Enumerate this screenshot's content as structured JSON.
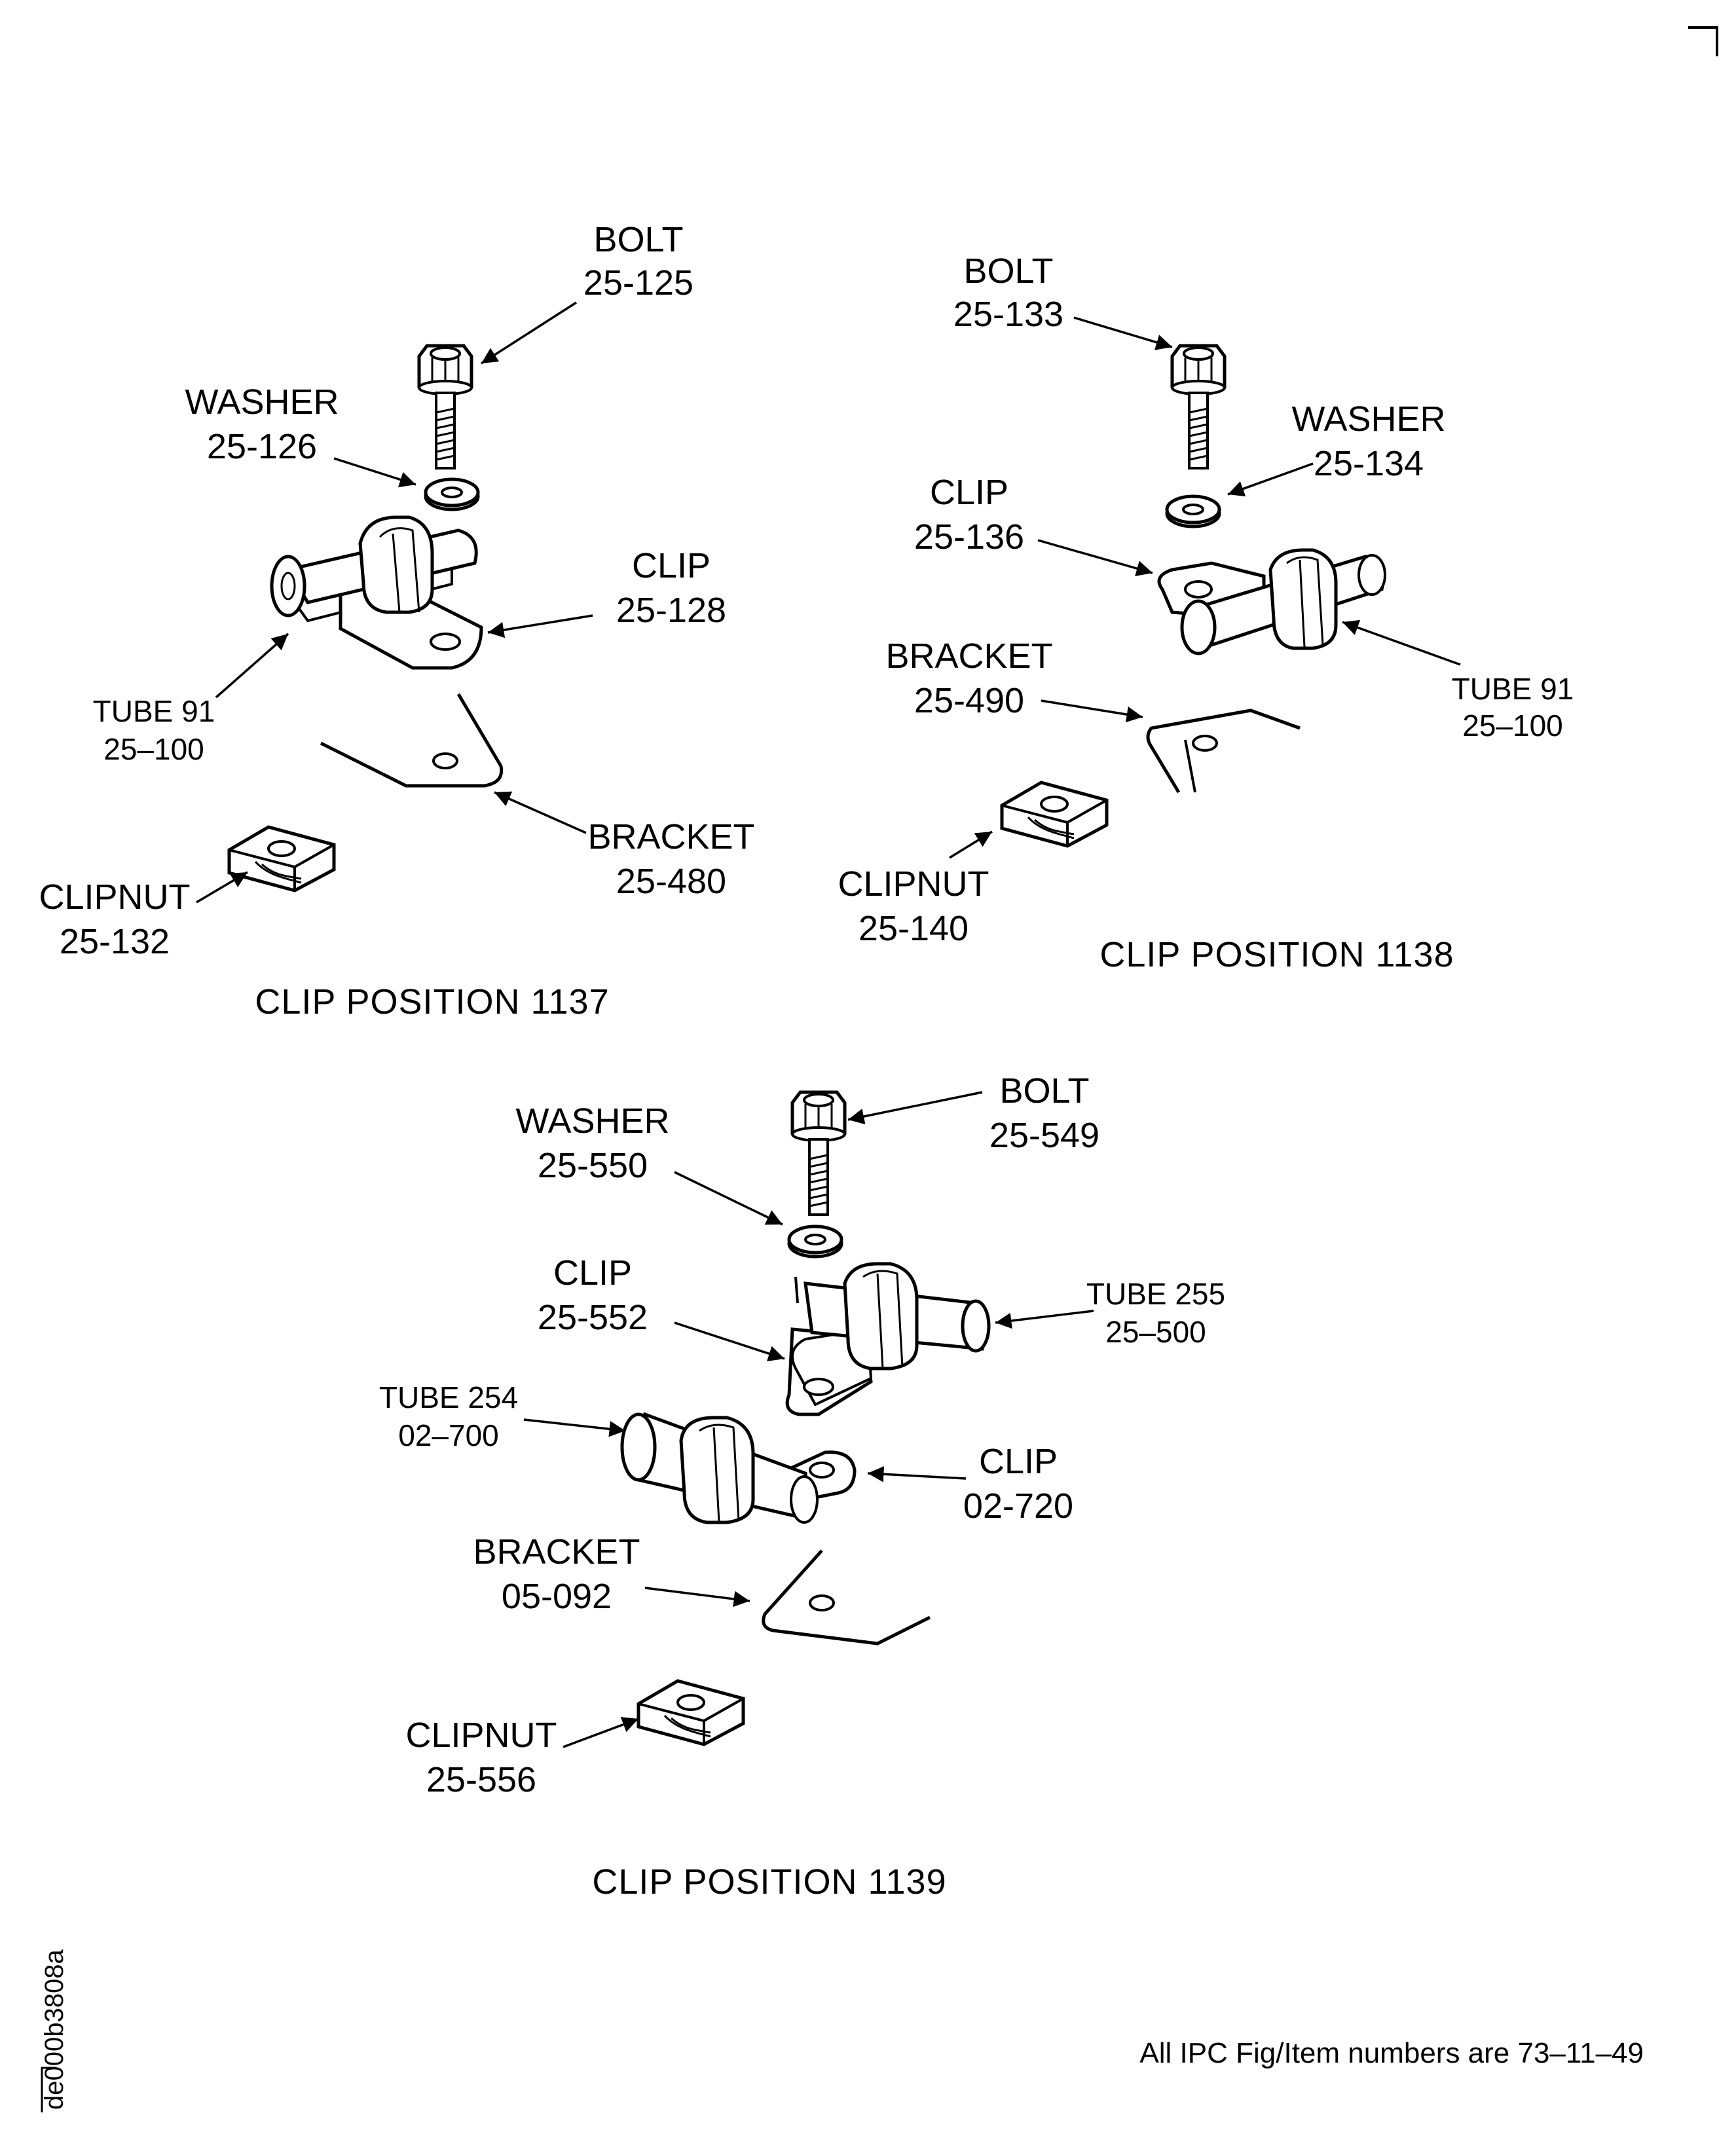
{
  "positions": {
    "p1137": {
      "caption": "CLIP POSITION 1137",
      "bolt": {
        "name": "BOLT",
        "num": "25-125"
      },
      "washer": {
        "name": "WASHER",
        "num": "25-126"
      },
      "clip": {
        "name": "CLIP",
        "num": "25-128"
      },
      "tube": {
        "name": "TUBE 91",
        "num": "25–100"
      },
      "bracket": {
        "name": "BRACKET",
        "num": "25-480"
      },
      "clipnut": {
        "name": "CLIPNUT",
        "num": "25-132"
      }
    },
    "p1138": {
      "caption": "CLIP POSITION 1138",
      "bolt": {
        "name": "BOLT",
        "num": "25-133"
      },
      "washer": {
        "name": "WASHER",
        "num": "25-134"
      },
      "clip": {
        "name": "CLIP",
        "num": "25-136"
      },
      "tube": {
        "name": "TUBE 91",
        "num": "25–100"
      },
      "bracket": {
        "name": "BRACKET",
        "num": "25-490"
      },
      "clipnut": {
        "name": "CLIPNUT",
        "num": "25-140"
      }
    },
    "p1139": {
      "caption": "CLIP POSITION 1139",
      "bolt": {
        "name": "BOLT",
        "num": "25-549"
      },
      "washer": {
        "name": "WASHER",
        "num": "25-550"
      },
      "clip_upper": {
        "name": "CLIP",
        "num": "25-552"
      },
      "tube_upper": {
        "name": "TUBE 255",
        "num": "25–500"
      },
      "tube_lower": {
        "name": "TUBE 254",
        "num": "02–700"
      },
      "clip_lower": {
        "name": "CLIP",
        "num": "02-720"
      },
      "bracket": {
        "name": "BRACKET",
        "num": "05-092"
      },
      "clipnut": {
        "name": "CLIPNUT",
        "num": "25-556"
      }
    }
  },
  "footer_note": "All IPC Fig/Item numbers are 73–11–49",
  "side_code": "de000b3808a"
}
